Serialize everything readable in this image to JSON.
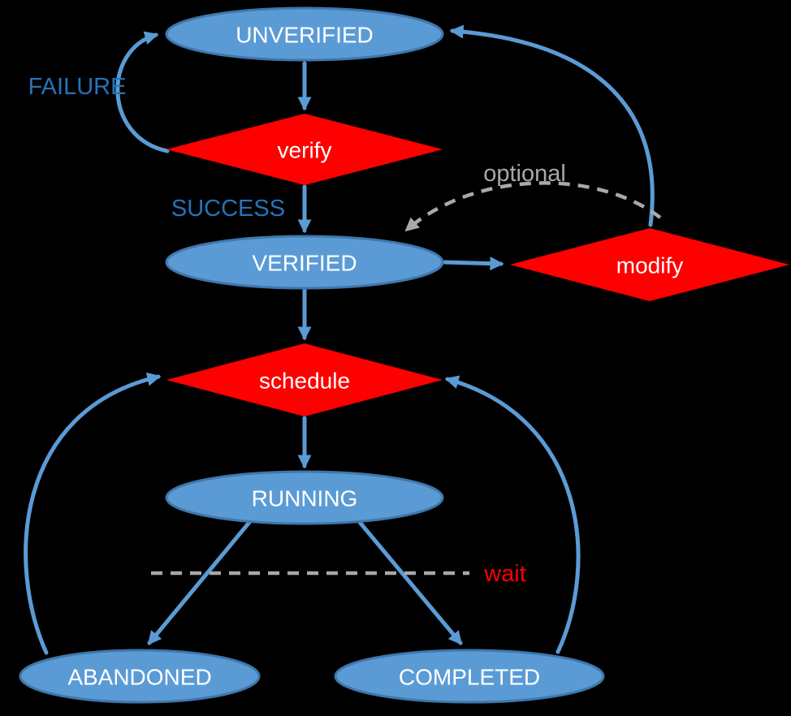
{
  "diagram": {
    "nodes": {
      "unverified": {
        "label": "UNVERIFIED",
        "shape": "ellipse",
        "kind": "state"
      },
      "verify": {
        "label": "verify",
        "shape": "diamond",
        "kind": "action"
      },
      "verified": {
        "label": "VERIFIED",
        "shape": "ellipse",
        "kind": "state"
      },
      "modify": {
        "label": "modify",
        "shape": "diamond",
        "kind": "action"
      },
      "schedule": {
        "label": "schedule",
        "shape": "diamond",
        "kind": "action"
      },
      "running": {
        "label": "RUNNING",
        "shape": "ellipse",
        "kind": "state"
      },
      "abandoned": {
        "label": "ABANDONED",
        "shape": "ellipse",
        "kind": "state"
      },
      "completed": {
        "label": "COMPLETED",
        "shape": "ellipse",
        "kind": "state"
      }
    },
    "edge_labels": {
      "failure": "FAILURE",
      "success": "SUCCESS",
      "optional": "optional",
      "wait": "wait"
    },
    "edges": [
      {
        "from": "unverified",
        "to": "verify",
        "style": "solid"
      },
      {
        "from": "verify",
        "to": "unverified",
        "style": "solid",
        "label": "FAILURE"
      },
      {
        "from": "verify",
        "to": "verified",
        "style": "solid",
        "label": "SUCCESS"
      },
      {
        "from": "verified",
        "to": "modify",
        "style": "solid"
      },
      {
        "from": "modify",
        "to": "unverified",
        "style": "solid"
      },
      {
        "from": "modify",
        "to": "verified",
        "style": "dashed",
        "label": "optional"
      },
      {
        "from": "verified",
        "to": "schedule",
        "style": "solid"
      },
      {
        "from": "schedule",
        "to": "running",
        "style": "solid"
      },
      {
        "from": "running",
        "to": "abandoned",
        "style": "solid",
        "label": "wait"
      },
      {
        "from": "running",
        "to": "completed",
        "style": "solid",
        "label": "wait"
      },
      {
        "from": "abandoned",
        "to": "schedule",
        "style": "solid"
      },
      {
        "from": "completed",
        "to": "schedule",
        "style": "solid"
      }
    ],
    "colors": {
      "background": "#000000",
      "state_fill": "#5b9bd5",
      "state_stroke": "#3f77ab",
      "state_text": "#ffffff",
      "action_fill": "#fe0000",
      "action_text": "#ffffff",
      "arrow_blue": "#5b9bd5",
      "label_blue": "#2573ba",
      "dashed_gray": "#a8a8a8",
      "label_red": "#fe0000"
    }
  }
}
